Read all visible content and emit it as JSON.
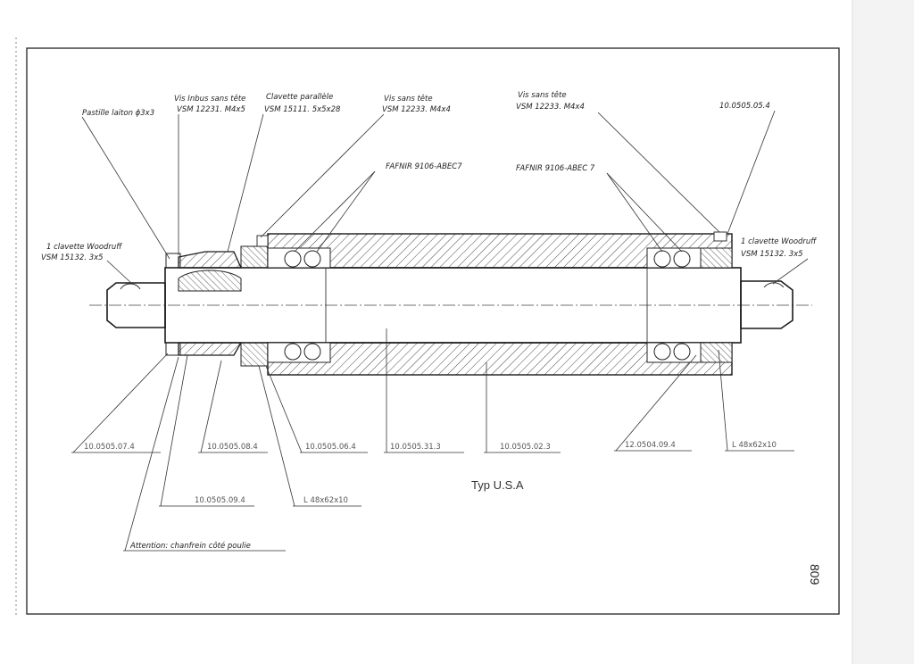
{
  "title": "Typ U.S.A",
  "page_number": "809",
  "callouts_top": {
    "pastille": "Pastille laiton ϕ3x3",
    "vis_inbus_1": "Vis Inbus sans tête",
    "vis_inbus_2": "VSM 12231. M4x5",
    "clavette_par_1": "Clavette parallèle",
    "clavette_par_2": "VSM 15111. 5x5x28",
    "vis_sans_tete_a1": "Vis sans tête",
    "vis_sans_tete_a2": "VSM 12233. M4x4",
    "vis_sans_tete_b1": "Vis sans tête",
    "vis_sans_tete_b2": "VSM 12233. M4x4",
    "ref_top_right": "10.0505.05.4",
    "fafnir_left": "FAFNIR 9106-ABEC7",
    "fafnir_right": "FAFNIR 9106-ABEC 7",
    "woodruff_left_1": "1 clavette Woodruff",
    "woodruff_left_2": "VSM 15132. 3x5",
    "woodruff_right_1": "1 clavette Woodruff",
    "woodruff_right_2": "VSM 15132. 3x5"
  },
  "callouts_bottom": {
    "ref_07": "10.0505.07.4",
    "ref_08": "10.0505.08.4",
    "ref_06": "10.0505.06.4",
    "ref_31": "10.0505.31.3",
    "ref_02": "10.0505.02.3",
    "ref_12": "12.0504.09.4",
    "seal_right": "L 48x62x10",
    "ref_09": "10.0505.09.4",
    "seal_left": "L 48x62x10",
    "attention": "Attention: chanfrein côté poulie"
  }
}
